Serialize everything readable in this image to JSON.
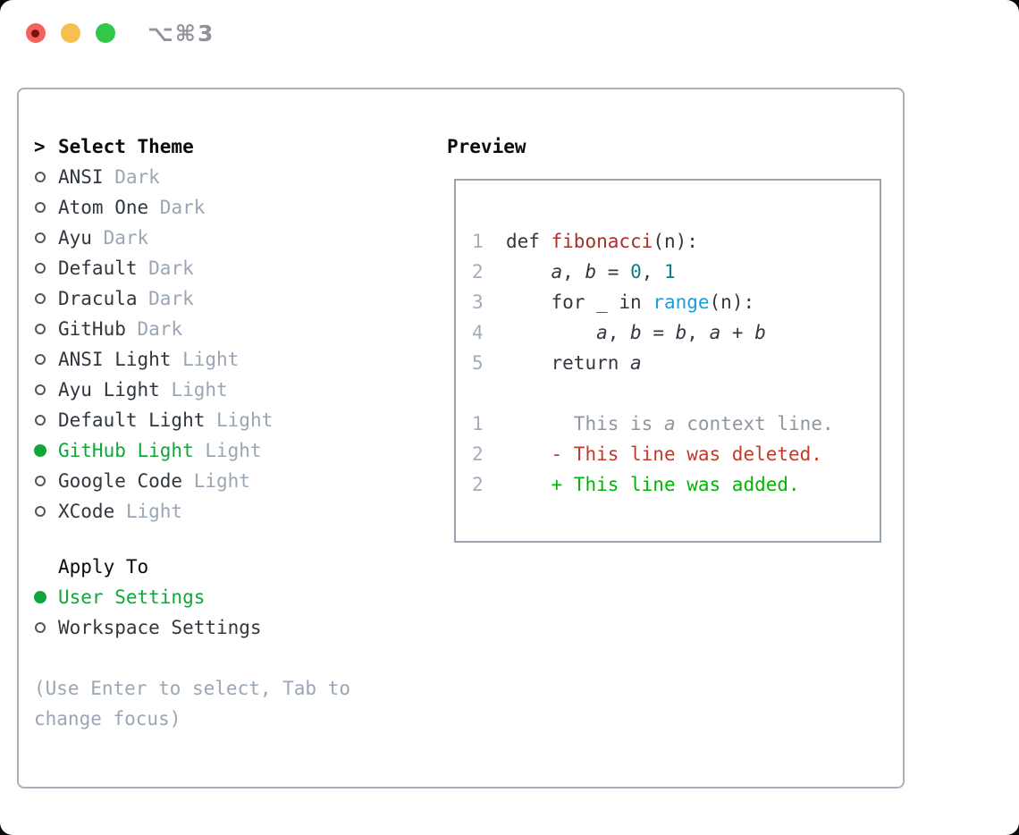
{
  "window": {
    "title": "⌥⌘3",
    "traffic_lights": [
      {
        "name": "close",
        "color": "#f4625d",
        "has_inner_dot": true
      },
      {
        "name": "minimize",
        "color": "#f6bf50",
        "has_inner_dot": false
      },
      {
        "name": "zoom",
        "color": "#33c748",
        "has_inner_dot": false
      }
    ]
  },
  "theme_panel": {
    "header_prefix": ">",
    "header": "Select Theme",
    "items": [
      {
        "label": "ANSI",
        "variant": "Dark",
        "selected": false
      },
      {
        "label": "Atom One",
        "variant": "Dark",
        "selected": false
      },
      {
        "label": "Ayu",
        "variant": "Dark",
        "selected": false
      },
      {
        "label": "Default",
        "variant": "Dark",
        "selected": false
      },
      {
        "label": "Dracula",
        "variant": "Dark",
        "selected": false
      },
      {
        "label": "GitHub",
        "variant": "Dark",
        "selected": false
      },
      {
        "label": "ANSI Light",
        "variant": "Light",
        "selected": false
      },
      {
        "label": "Ayu Light",
        "variant": "Light",
        "selected": false
      },
      {
        "label": "Default Light",
        "variant": "Light",
        "selected": false
      },
      {
        "label": "GitHub Light",
        "variant": "Light",
        "selected": true
      },
      {
        "label": "Google Code",
        "variant": "Light",
        "selected": false
      },
      {
        "label": "XCode",
        "variant": "Light",
        "selected": false
      }
    ],
    "apply_to": {
      "header": "Apply To",
      "options": [
        {
          "label": "User Settings",
          "selected": true
        },
        {
          "label": "Workspace Settings",
          "selected": false
        }
      ]
    },
    "hint": "(Use Enter to select, Tab to\nchange focus)"
  },
  "preview": {
    "header": "Preview",
    "lines": [
      [
        [
          "lineno",
          "1"
        ],
        [
          "code",
          "  def "
        ],
        [
          "func",
          "fibonacci"
        ],
        [
          "code",
          "(n):"
        ]
      ],
      [
        [
          "lineno",
          "2"
        ],
        [
          "code",
          "      "
        ],
        [
          "var",
          "a"
        ],
        [
          "code",
          ", "
        ],
        [
          "var",
          "b"
        ],
        [
          "code",
          " = "
        ],
        [
          "num",
          "0"
        ],
        [
          "code",
          ", "
        ],
        [
          "num",
          "1"
        ]
      ],
      [
        [
          "lineno",
          "3"
        ],
        [
          "code",
          "      for _ in "
        ],
        [
          "builtin",
          "range"
        ],
        [
          "code",
          "(n):"
        ]
      ],
      [
        [
          "lineno",
          "4"
        ],
        [
          "code",
          "          "
        ],
        [
          "var",
          "a"
        ],
        [
          "code",
          ", "
        ],
        [
          "var",
          "b"
        ],
        [
          "code",
          " = "
        ],
        [
          "var",
          "b"
        ],
        [
          "code",
          ", "
        ],
        [
          "var",
          "a"
        ],
        [
          "code",
          " + "
        ],
        [
          "var",
          "b"
        ]
      ],
      [
        [
          "lineno",
          "5"
        ],
        [
          "code",
          "      return "
        ],
        [
          "var",
          "a"
        ]
      ],
      [],
      [
        [
          "lineno",
          "1"
        ],
        [
          "ctx",
          "        This is "
        ],
        [
          "ctxi",
          "a"
        ],
        [
          "ctx",
          " context line."
        ]
      ],
      [
        [
          "lineno",
          "2"
        ],
        [
          "code",
          "      "
        ],
        [
          "del",
          "- This line was deleted."
        ]
      ],
      [
        [
          "lineno",
          "2"
        ],
        [
          "code",
          "      "
        ],
        [
          "add",
          "+ This line was added."
        ]
      ]
    ]
  },
  "colors": {
    "outsideBg": "#0a0a0a",
    "windowBg": "#ffffff",
    "titleGray": "#8f949c",
    "trafficRed": "#f4625d",
    "trafficRedDot": "#7c120c",
    "trafficYellow": "#f6bf50",
    "trafficGreen": "#33c748",
    "panelBorder": "#a9b2bc",
    "previewBorder": "#9aa4ae",
    "headerBlack": "#0a0a0a",
    "itemText": "#31373e",
    "mutedGray": "#9aa6b4",
    "selectedGreen": "#13a53a",
    "circleOutline": "#50565e",
    "lineNumber": "#a2adbb",
    "codeText": "#32383f",
    "funcRed": "#a5302b",
    "numberTeal": "#0f7d84",
    "builtinBlue": "#1e9cd7",
    "contextGray": "#8e97a1",
    "deletedRed": "#c03b2a",
    "addedGreen": "#03b407"
  }
}
